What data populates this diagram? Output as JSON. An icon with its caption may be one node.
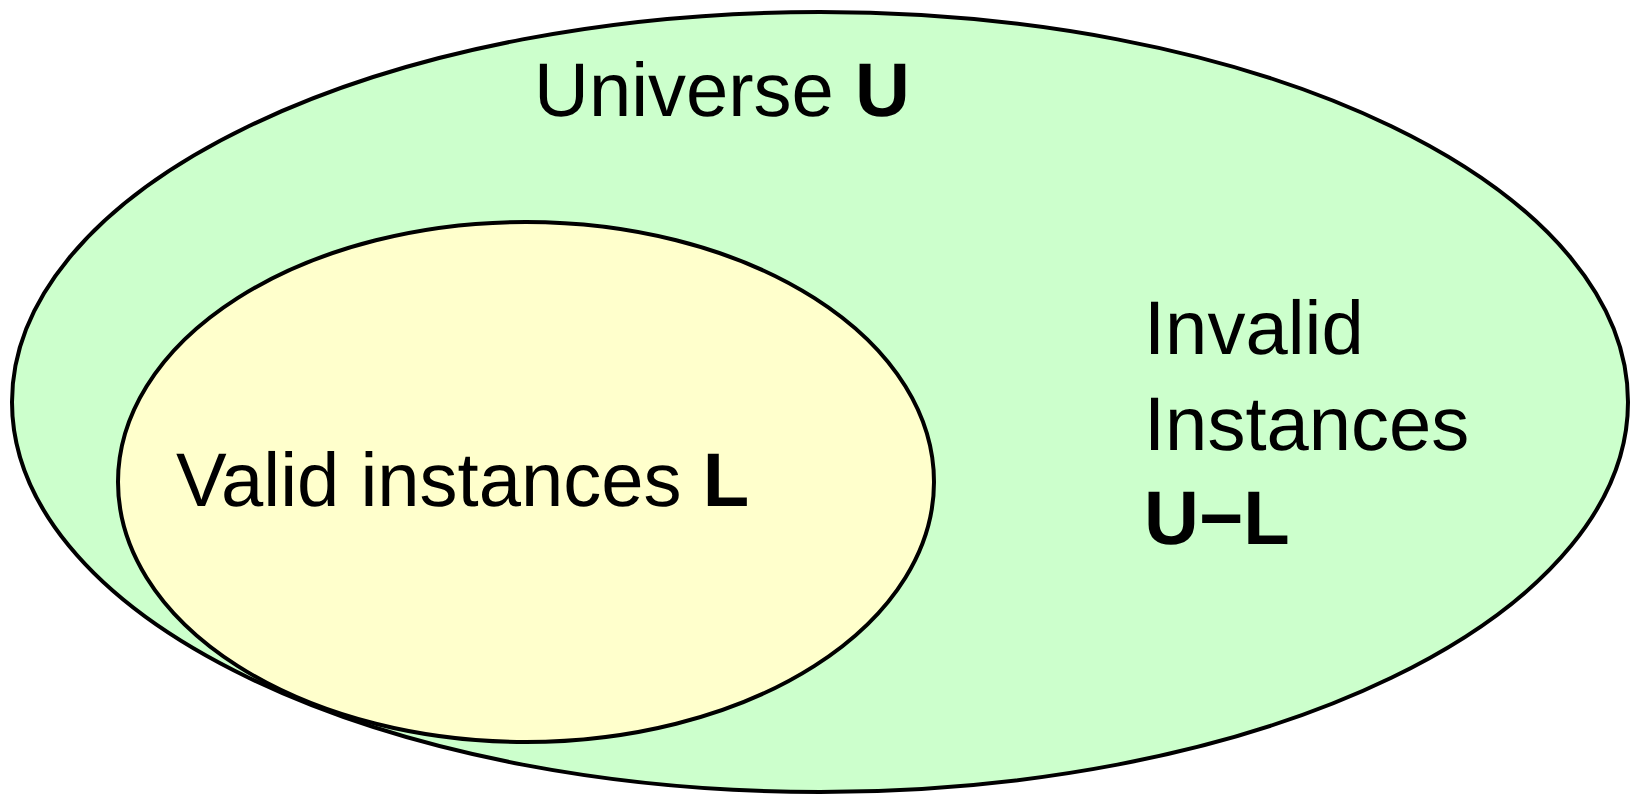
{
  "diagram": {
    "nodes": [
      {
        "text": [
          "Universe **U**"
        ]
      },
      {
        "text": [
          "Valid instances **L**"
        ],
        "in": 0
      }
    ],
    "labels": [
      "Invalid Instances **U−L**"
    ]
  }
}
